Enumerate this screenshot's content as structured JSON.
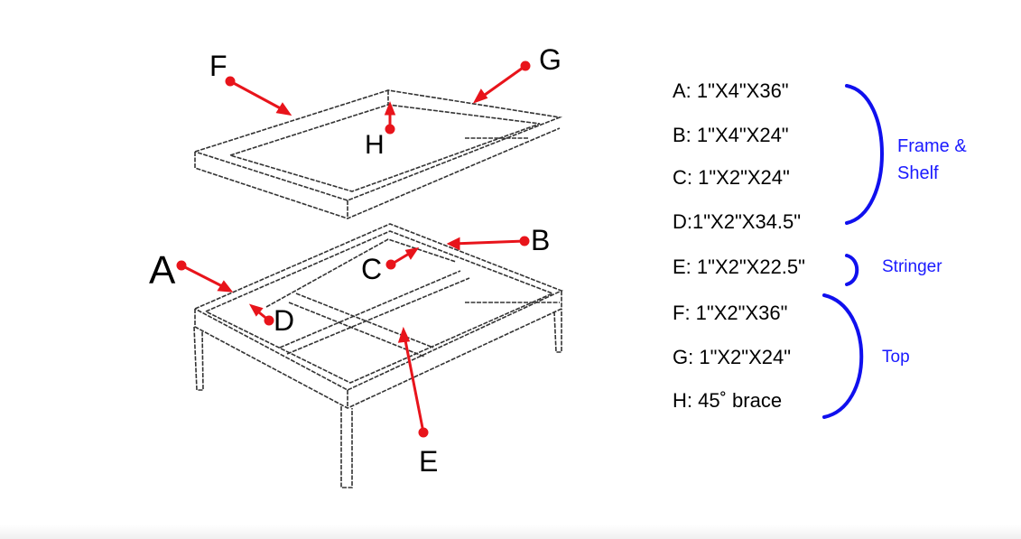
{
  "callouts": {
    "A": "A",
    "B": "B",
    "C": "C",
    "D": "D",
    "E": "E",
    "F": "F",
    "G": "G",
    "H": "H"
  },
  "parts": [
    "A: 1\"X4\"X36\"",
    "B: 1\"X4\"X24\"",
    "C: 1\"X2\"X24\"",
    "D:1\"X2\"X34.5\"",
    "E: 1\"X2\"X22.5\"",
    "F: 1\"X2\"X36\"",
    "G: 1\"X2\"X24\"",
    "H: 45˚ brace"
  ],
  "groups": {
    "frame_shelf_line1": "Frame &",
    "frame_shelf_line2": "Shelf",
    "stringer": "Stringer",
    "top": "Top"
  },
  "colors": {
    "arrow": "#e8141b",
    "group": "#1a1aff",
    "brace": "#1010ee"
  }
}
